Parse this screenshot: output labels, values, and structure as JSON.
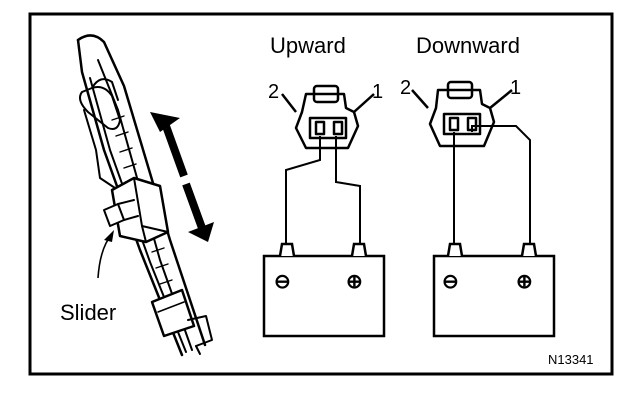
{
  "figure": {
    "left_label": "Slider",
    "panel_upward_title": "Upward",
    "panel_downward_title": "Downward",
    "pin_2": "2",
    "pin_1": "1",
    "negative_terminal": "⊖",
    "positive_terminal": "⊕",
    "figure_code": "N13341"
  }
}
